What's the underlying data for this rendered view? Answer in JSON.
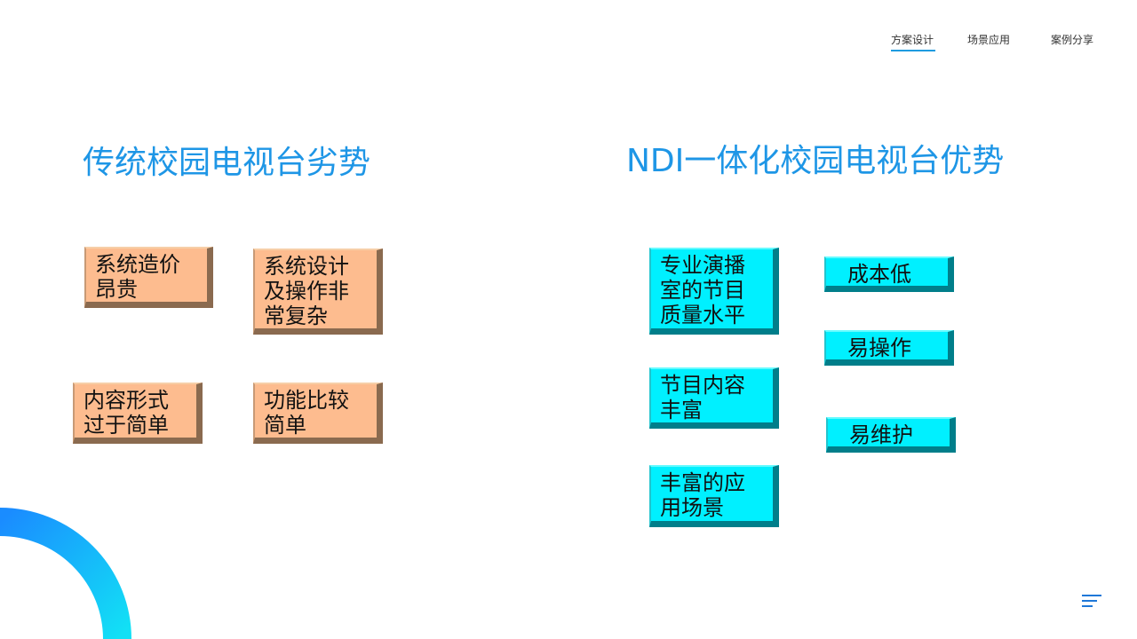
{
  "nav": {
    "items": [
      "方案设计",
      "场景应用",
      "案例分享"
    ],
    "active_index": 0
  },
  "left": {
    "heading": "传统校园电视台劣势",
    "boxes": [
      "系统造价昂贵",
      "系统设计及操作非常复杂",
      "内容形式过于简单",
      "功能比较简单"
    ]
  },
  "right": {
    "heading": "NDI一体化校园电视台优势",
    "boxes": [
      "专业演播室的节目质量水平",
      "节目内容丰富",
      "丰富的应用场景",
      "成本低",
      "易操作",
      "易维护"
    ]
  },
  "colors": {
    "accent": "#1e96e6",
    "peach_box": "#fdbc8f",
    "cyan_box": "#00f0ff",
    "arc_gradient": [
      "#1a8cff",
      "#12e0f5"
    ]
  },
  "icons": {
    "menu": "menu-icon"
  }
}
